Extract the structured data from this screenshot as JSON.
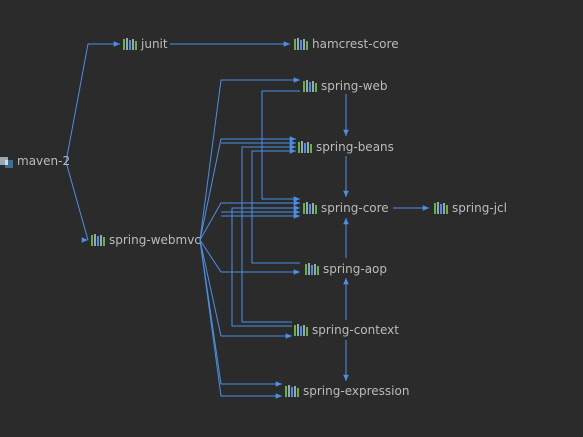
{
  "colors": {
    "background": "#2b2b2b",
    "edge": "#4a8fe7",
    "label": "#bbbbbb",
    "module_icon_light": "#9aa7b0",
    "module_icon_dark": "#3b6e99"
  },
  "nodes": {
    "maven": {
      "label": "maven-2",
      "icon": "maven-module-icon"
    },
    "junit": {
      "label": "junit",
      "icon": "library-icon"
    },
    "hamcrest_core": {
      "label": "hamcrest-core",
      "icon": "library-icon"
    },
    "spring_webmvc": {
      "label": "spring-webmvc",
      "icon": "library-icon"
    },
    "spring_web": {
      "label": "spring-web",
      "icon": "library-icon"
    },
    "spring_beans": {
      "label": "spring-beans",
      "icon": "library-icon"
    },
    "spring_core": {
      "label": "spring-core",
      "icon": "library-icon"
    },
    "spring_jcl": {
      "label": "spring-jcl",
      "icon": "library-icon"
    },
    "spring_aop": {
      "label": "spring-aop",
      "icon": "library-icon"
    },
    "spring_context": {
      "label": "spring-context",
      "icon": "library-icon"
    },
    "spring_expression": {
      "label": "spring-expression",
      "icon": "library-icon"
    }
  },
  "edges": [
    {
      "from": "maven-2",
      "to": "junit"
    },
    {
      "from": "maven-2",
      "to": "spring-webmvc"
    },
    {
      "from": "junit",
      "to": "hamcrest-core"
    },
    {
      "from": "spring-webmvc",
      "to": "spring-web"
    },
    {
      "from": "spring-webmvc",
      "to": "spring-beans"
    },
    {
      "from": "spring-webmvc",
      "to": "spring-core"
    },
    {
      "from": "spring-webmvc",
      "to": "spring-aop"
    },
    {
      "from": "spring-webmvc",
      "to": "spring-context"
    },
    {
      "from": "spring-webmvc",
      "to": "spring-expression"
    },
    {
      "from": "spring-web",
      "to": "spring-beans"
    },
    {
      "from": "spring-web",
      "to": "spring-core"
    },
    {
      "from": "spring-beans",
      "to": "spring-core"
    },
    {
      "from": "spring-core",
      "to": "spring-jcl"
    },
    {
      "from": "spring-aop",
      "to": "spring-beans"
    },
    {
      "from": "spring-aop",
      "to": "spring-core"
    },
    {
      "from": "spring-context",
      "to": "spring-aop"
    },
    {
      "from": "spring-context",
      "to": "spring-beans"
    },
    {
      "from": "spring-context",
      "to": "spring-core"
    },
    {
      "from": "spring-context",
      "to": "spring-expression"
    },
    {
      "from": "spring-expression",
      "to": "spring-core"
    }
  ]
}
